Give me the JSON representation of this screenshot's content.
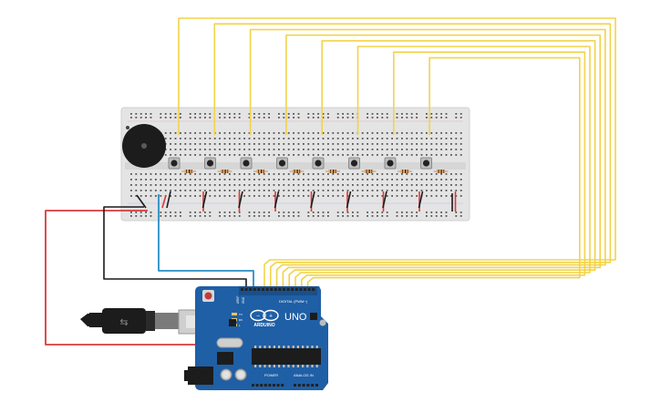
{
  "arduino": {
    "brand": "ARDUINO",
    "model": "UNO",
    "digital_label": "DIGITAL (PWM~)",
    "power_label": "POWER",
    "analog_label": "ANALOG IN",
    "aref_label": "AREF",
    "gnd_label": "GND",
    "tx_label": "TX",
    "rx_label": "RX",
    "l_label": "L"
  },
  "breadboard": {
    "button_count": 8
  },
  "colors": {
    "signal_wire": "#f2d34a",
    "power_wire": "#d93a3a",
    "ground_wire": "#1a1a1a",
    "buzzer_wire": "#2a8fc4",
    "arduino_board": "#1f5fa5",
    "breadboard": "#e4e4e4",
    "buzzer": "#1c1c1c"
  },
  "icons": [
    "usb-cable-icon",
    "buzzer-icon",
    "pushbutton-icon",
    "resistor-icon"
  ]
}
